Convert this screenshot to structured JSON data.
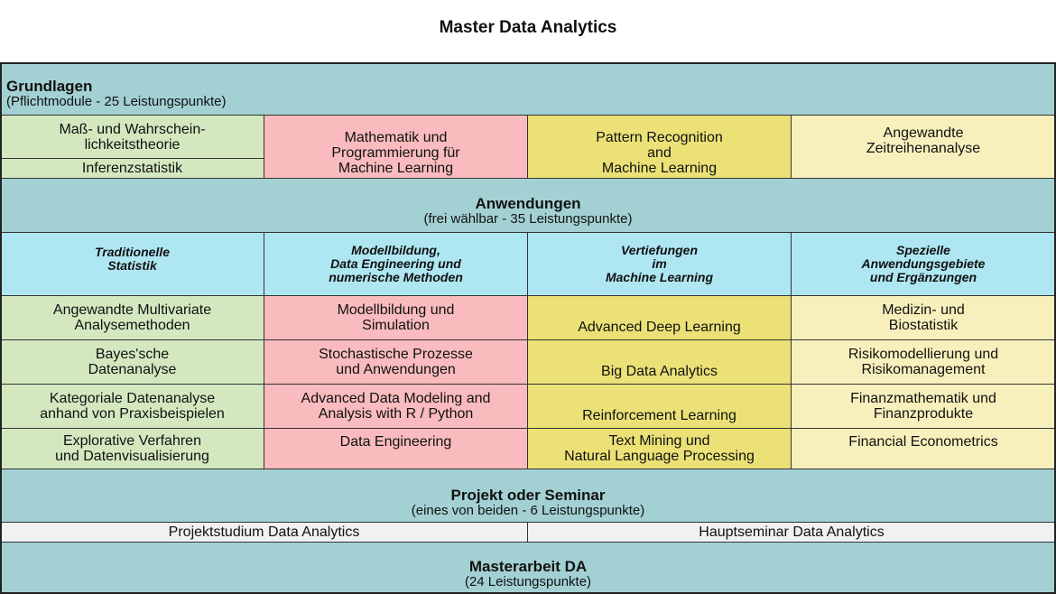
{
  "title": "Master Data Analytics",
  "grundlagen": {
    "heading": "Grundlagen",
    "subheading": "(Pflichtmodule - 25 Leistungspunkte)",
    "col1_top": [
      "Maß- und Wahrschein-",
      "lichkeitstheorie"
    ],
    "col1_bottom": "Inferenzstatistik",
    "col2": [
      "Mathematik und",
      "Programmierung für",
      "Machine Learning"
    ],
    "col3": [
      "Pattern Recognition",
      "and",
      "Machine Learning"
    ],
    "col4": [
      "Angewandte",
      "Zeitreihenanalyse"
    ]
  },
  "anwendungen": {
    "heading": "Anwendungen",
    "subheading": "(frei wählbar - 35 Leistungspunkte)",
    "categories": [
      [
        "Traditionelle",
        "Statistik"
      ],
      [
        "Modellbildung,",
        "Data Engineering  und",
        "numerische Methoden"
      ],
      [
        "Vertiefungen",
        "im",
        "Machine Learning"
      ],
      [
        "Spezielle",
        "Anwendungsgebiete",
        "und Ergänzungen"
      ]
    ],
    "rows": [
      [
        [
          "Angewandte Multivariate",
          "Analysemethoden"
        ],
        [
          "Modellbildung und",
          "Simulation"
        ],
        [
          "Advanced Deep Learning"
        ],
        [
          "Medizin- und",
          "Biostatistik"
        ]
      ],
      [
        [
          "Bayes'sche",
          "Datenanalyse"
        ],
        [
          "Stochastische Prozesse",
          "und Anwendungen"
        ],
        [
          "Big Data Analytics"
        ],
        [
          "Risikomodellierung und",
          "Risikomanagement"
        ]
      ],
      [
        [
          "Kategoriale Datenanalyse",
          "anhand von Praxisbeispielen"
        ],
        [
          "Advanced Data Modeling and",
          "Analysis with R / Python"
        ],
        [
          "Reinforcement Learning"
        ],
        [
          "Finanzmathematik und",
          "Finanzprodukte"
        ]
      ],
      [
        [
          "Explorative Verfahren",
          "und Datenvisualisierung"
        ],
        [
          "Data Engineering"
        ],
        [
          "Text Mining und",
          "Natural Language Processing"
        ],
        [
          "Financial Econometrics"
        ]
      ]
    ]
  },
  "projekt": {
    "heading": "Projekt oder Seminar",
    "subheading": "(eines von beiden - 6 Leistungspunkte)",
    "options": [
      "Projektstudium Data Analytics",
      "Hauptseminar Data Analytics"
    ]
  },
  "masterarbeit": {
    "heading": "Masterarbeit DA",
    "subheading": "(24 Leistungspunkte)"
  },
  "colors": {
    "section": "#a3d1d3",
    "traditional": "#d4e8c0",
    "modelling": "#f9bbbd",
    "machine_learning": "#ebe177",
    "special": "#f8f0bc",
    "category_header": "#aee6f1"
  }
}
